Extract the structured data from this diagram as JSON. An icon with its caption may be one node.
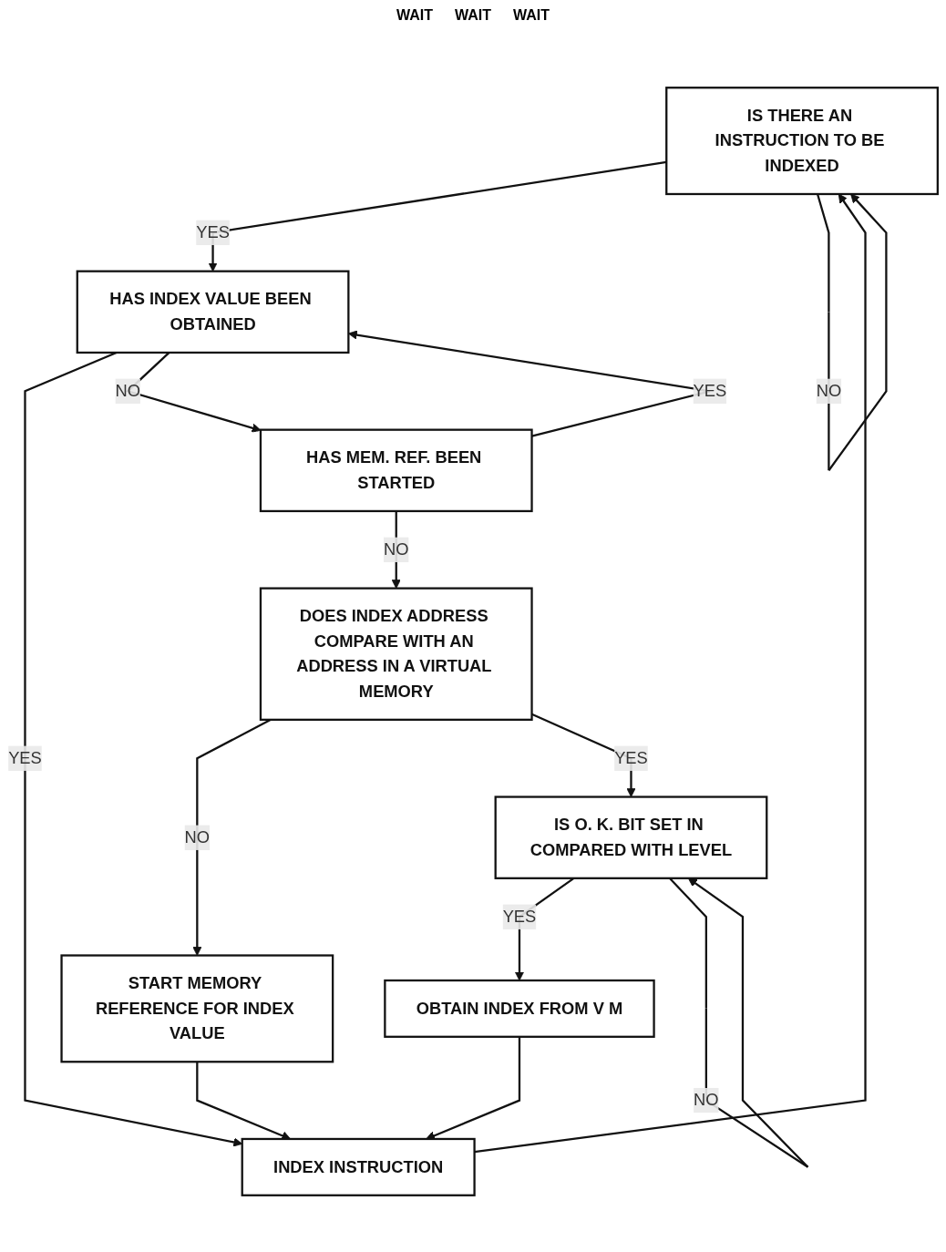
{
  "diagram": {
    "nodes": [
      {
        "text": [
          "IS THERE AN INSTRUCTION TO BE INDEXED"
        ]
      },
      {
        "text": [
          "HAS INDEX VALUE BEEN OBTAINED"
        ]
      },
      {
        "text": [
          "INDEX INSTRUCTION"
        ]
      },
      {
        "text": [
          "HAS MEM. REF. BEEN STARTED"
        ]
      },
      {
        "text": [
          "DOES INDEX ADDRESS COMPARE WITH AN ADDRESS IN A VIRTUAL MEMORY"
        ]
      },
      {
        "text": [
          "START MEMORY REFERENCE FOR INDEX VALUE"
        ]
      },
      {
        "text": [
          "IS O. K. BIT SET IN COMPARED WITH LEVEL"
        ]
      },
      {
        "text": [
          "OBTAIN INDEX FROM V M"
        ]
      }
    ],
    "edges": [
      {
        "from": 0,
        "to": 1,
        "arrow": "to",
        "label": "YES"
      },
      {
        "from": 0,
        "to": 0,
        "arrow": "to",
        "label": "NO"
      },
      {
        "from": 1,
        "to": 2,
        "arrow": "to",
        "label": "YES"
      },
      {
        "from": 1,
        "to": 3,
        "arrow": "to",
        "label": "NO"
      },
      {
        "from": 2,
        "to": 0,
        "arrow": "to"
      },
      {
        "from": 3,
        "to": 4,
        "arrow": "to",
        "label": "NO"
      },
      {
        "from": 3,
        "to": 1,
        "arrow": "to",
        "label": "YES"
      },
      {
        "from": 4,
        "to": 5,
        "arrow": "to",
        "label": "NO"
      },
      {
        "from": 4,
        "to": 6,
        "arrow": "to",
        "label": "YES"
      },
      {
        "from": 5,
        "to": 2,
        "arrow": "to"
      },
      {
        "from": 6,
        "to": 7,
        "arrow": "to",
        "label": "YES"
      },
      {
        "from": 6,
        "to": 6,
        "arrow": "to",
        "label": "NO"
      },
      {
        "from": 7,
        "to": 2,
        "arrow": "to"
      }
    ],
    "labels": [
      "WAIT",
      "WAIT",
      "WAIT"
    ]
  }
}
